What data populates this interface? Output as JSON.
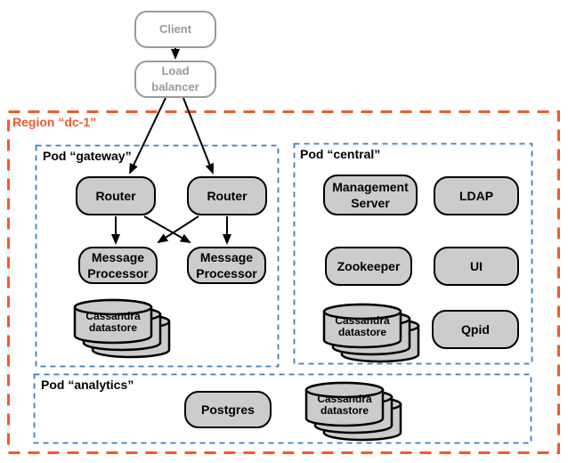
{
  "groups": {
    "region": {
      "label": "Region “dc-1”"
    },
    "pod_gateway": {
      "label": "Pod “gateway”"
    },
    "pod_central": {
      "label": "Pod “central”"
    },
    "pod_analytics": {
      "label": "Pod “analytics”"
    }
  },
  "nodes": {
    "client": "Client",
    "load_balancer": "Load balancer",
    "router1": "Router",
    "router2": "Router",
    "message_processor1": "Message Processor",
    "message_processor2": "Message Processor",
    "cassandra_gateway": "Cassandra datastore",
    "management_server": "Management Server",
    "ldap": "LDAP",
    "zookeeper": "Zookeeper",
    "ui": "UI",
    "cassandra_central": "Cassandra datastore",
    "qpid": "Qpid",
    "postgres": "Postgres",
    "cassandra_analytics": "Cassandra datastore"
  },
  "edges": [
    {
      "from": "client",
      "to": "load_balancer"
    },
    {
      "from": "load_balancer",
      "to": "router1"
    },
    {
      "from": "load_balancer",
      "to": "router2"
    },
    {
      "from": "router1",
      "to": "message_processor1"
    },
    {
      "from": "router1",
      "to": "message_processor2"
    },
    {
      "from": "router2",
      "to": "message_processor1"
    },
    {
      "from": "router2",
      "to": "message_processor2"
    }
  ],
  "colors": {
    "region_border": "#f15a29",
    "pod_border": "#3d7ebb",
    "node_fill": "#cccccc",
    "node_border": "#000000",
    "external_gray": "#9a9a9a",
    "arrow": "#000000",
    "background": "#ffffff"
  }
}
